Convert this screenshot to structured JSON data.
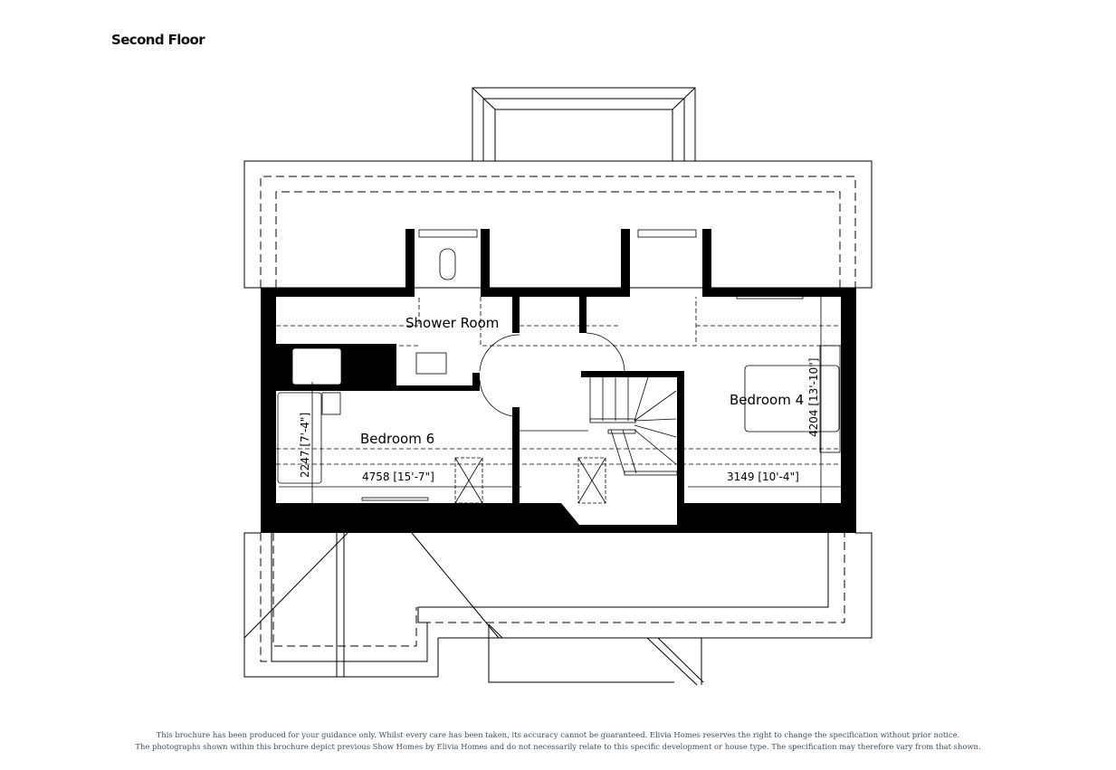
{
  "page": {
    "title": "Second Floor"
  },
  "rooms": [
    {
      "name": "Shower Room"
    },
    {
      "name": "Bedroom 6",
      "width": "4758 [15'-7\"]",
      "depth": "2247 [7'-4\"]"
    },
    {
      "name": "Bedroom 4",
      "width": "3149 [10'-4\"]",
      "depth": "4204 [13'-10\"]"
    }
  ],
  "disclaimer": {
    "line1": "This brochure has been produced for your guidance only. Whilst every care has been taken, its accuracy cannot be guaranteed. Elivia Homes reserves the right to change the specification without prior notice.",
    "line2": "The photographs shown within this brochure depict previous Show Homes by Elivia Homes and do not necessarily relate to this specific development or house type. The specification may therefore vary from that shown."
  },
  "colors": {
    "wall": "#000000",
    "disclaimer_text": "#3f4e5d"
  }
}
